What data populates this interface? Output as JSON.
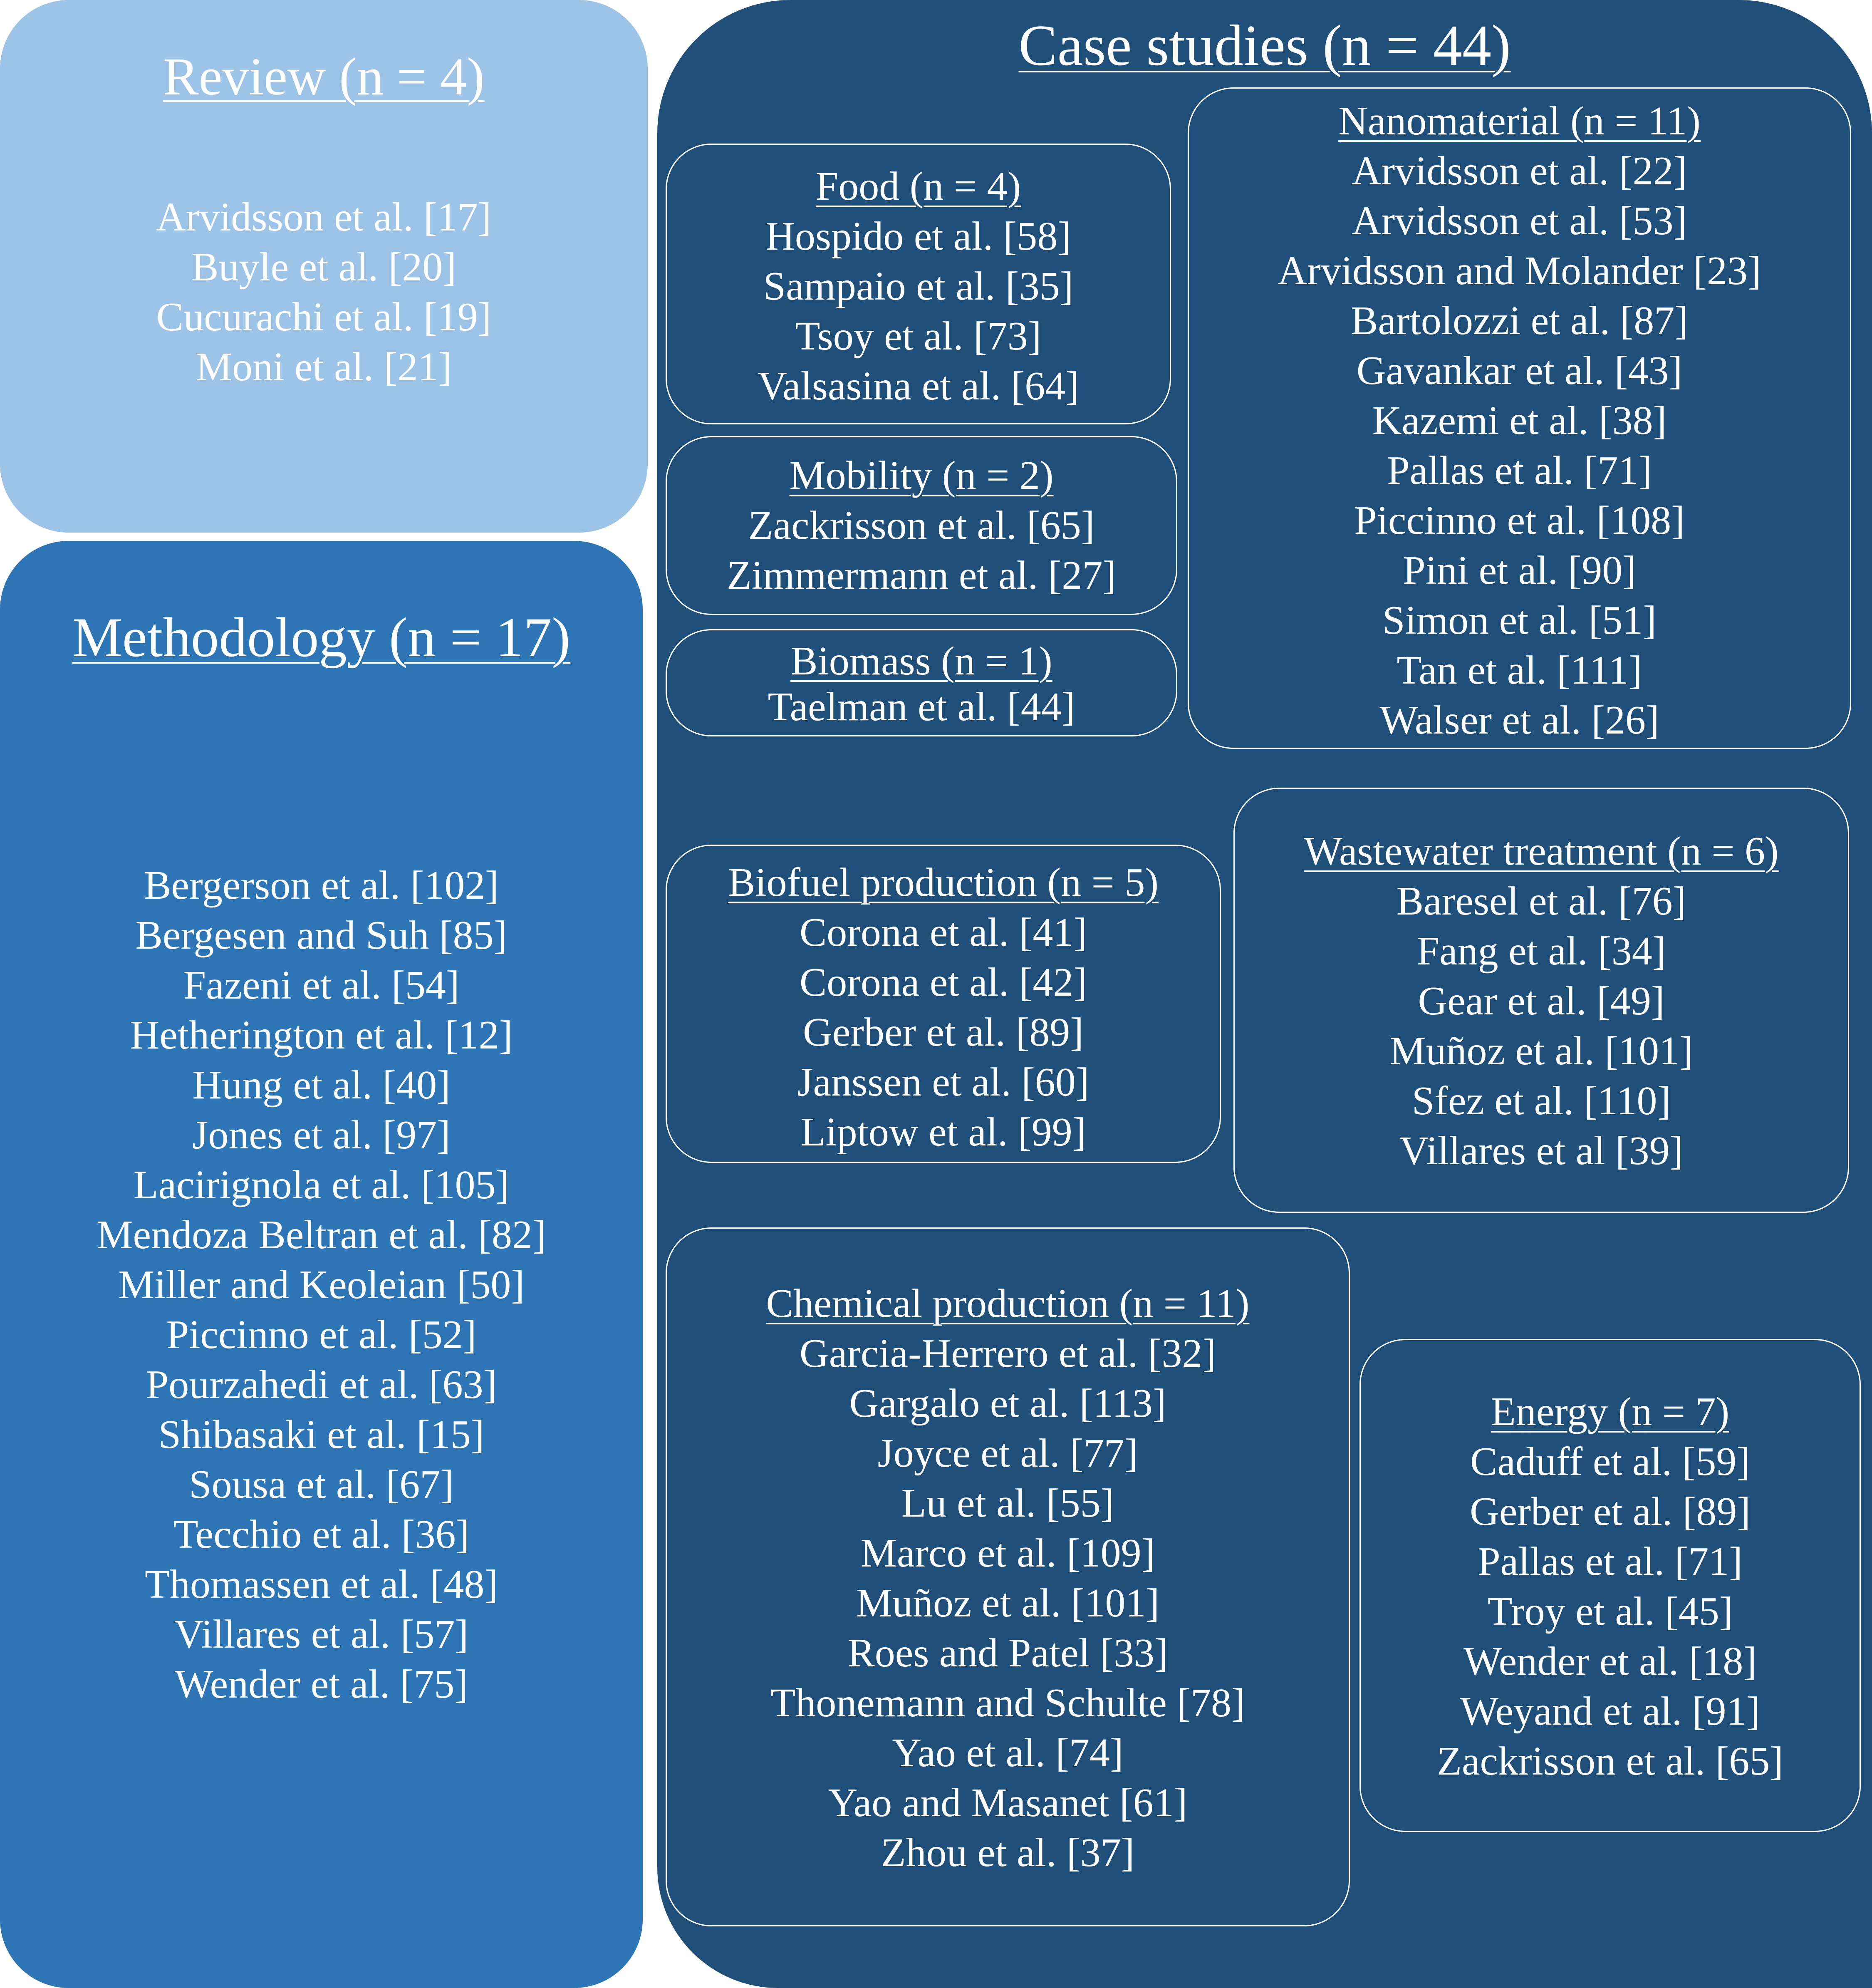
{
  "review": {
    "title": "Review (n = 4)",
    "items": [
      "Arvidsson et al. [17]",
      "Buyle et al. [20]",
      "Cucurachi et al. [19]",
      "Moni et al. [21]"
    ]
  },
  "methodology": {
    "title": "Methodology (n = 17)",
    "items": [
      "Bergerson et al. [102]",
      "Bergesen and Suh [85]",
      "Fazeni et al. [54]",
      "Hetherington et al. [12]",
      "Hung et al. [40]",
      "Jones et al. [97]",
      "Lacirignola et al. [105]",
      "Mendoza Beltran et al. [82]",
      "Miller and Keoleian [50]",
      "Piccinno et al. [52]",
      "Pourzahedi et al. [63]",
      "Shibasaki et al. [15]",
      "Sousa et al. [67]",
      "Tecchio et al. [36]",
      "Thomassen et al. [48]",
      "Villares et al. [57]",
      "Wender et al. [75]"
    ]
  },
  "case_studies": {
    "title": "Case studies (n = 44)",
    "food": {
      "title": "Food (n = 4)",
      "items": [
        "Hospido et al. [58]",
        "Sampaio et al. [35]",
        "Tsoy et al. [73]",
        "Valsasina et al. [64]"
      ]
    },
    "mobility": {
      "title": "Mobility (n = 2)",
      "items": [
        "Zackrisson et al. [65]",
        "Zimmermann et al. [27]"
      ]
    },
    "biomass": {
      "title": "Biomass (n = 1)",
      "items": [
        "Taelman et al. [44]"
      ]
    },
    "nanomaterial": {
      "title": "Nanomaterial (n = 11)",
      "items": [
        "Arvidsson et al. [22]",
        "Arvidsson et al. [53]",
        "Arvidsson and Molander [23]",
        "Bartolozzi et al. [87]",
        "Gavankar et al. [43]",
        "Kazemi et al. [38]",
        "Pallas et al. [71]",
        "Piccinno et al. [108]",
        "Pini et al. [90]",
        "Simon et al. [51]",
        "Tan et al. [111]",
        "Walser et al. [26]"
      ]
    },
    "biofuel": {
      "title": "Biofuel production (n = 5)",
      "items": [
        "Corona et al. [41]",
        "Corona et al. [42]",
        "Gerber et al. [89]",
        "Janssen et al. [60]",
        "Liptow et al. [99]"
      ]
    },
    "wastewater": {
      "title": "Wastewater treatment (n = 6)",
      "items": [
        "Baresel et al. [76]",
        "Fang et al. [34]",
        "Gear et al. [49]",
        "Muñoz et al. [101]",
        "Sfez et al. [110]",
        "Villares et al [39]"
      ]
    },
    "chemical": {
      "title": "Chemical production (n = 11)",
      "items": [
        "Garcia-Herrero et al. [32]",
        "Gargalo et al. [113]",
        "Joyce et al. [77]",
        "Lu et al. [55]",
        "Marco et al. [109]",
        "Muñoz et al. [101]",
        "Roes and Patel [33]",
        "Thonemann and Schulte [78]",
        "Yao et al. [74]",
        "Yao and Masanet [61]",
        "Zhou et al. [37]"
      ]
    },
    "energy": {
      "title": "Energy (n = 7)",
      "items": [
        "Caduff et al. [59]",
        "Gerber et al. [89]",
        "Pallas et al. [71]",
        "Troy et al. [45]",
        "Wender et al. [18]",
        "Weyand et al. [91]",
        "Zackrisson et al. [65]"
      ]
    }
  },
  "colors": {
    "review_fill": "#9dc3e6",
    "methodology_fill": "#2e75b6",
    "case_studies_fill": "#1f4e79",
    "text": "#ffffff"
  }
}
